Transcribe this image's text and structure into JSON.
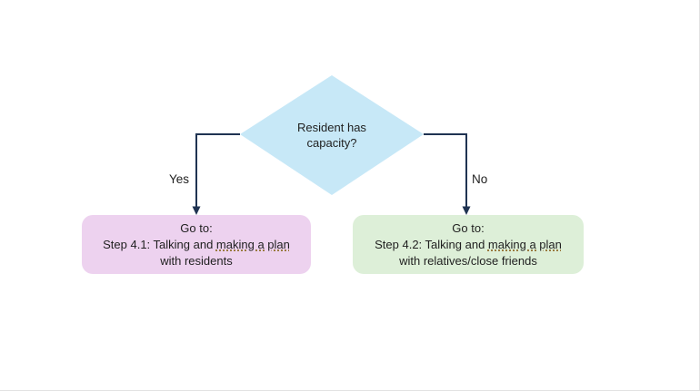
{
  "colors": {
    "diamond_fill": "#C7E8F7",
    "connector": "#1F3352",
    "text": "#1F1F1F",
    "box_left_fill": "#EDD2EF",
    "box_right_fill": "#DDEFD8",
    "underline": "#9A7B40"
  },
  "diamond": {
    "label_line1": "Resident has",
    "label_line2": "capacity?"
  },
  "branches": {
    "yes_label": "Yes",
    "no_label": "No"
  },
  "boxes": {
    "left": {
      "line1": "Go to:",
      "line2_prefix": "Step 4.1: Talking and ",
      "line2_underlined": "making a plan",
      "line3": "with residents"
    },
    "right": {
      "line1": "Go to:",
      "line2_prefix": "Step 4.2: Talking and ",
      "line2_underlined": "making a plan",
      "line3": "with relatives/close friends"
    }
  }
}
